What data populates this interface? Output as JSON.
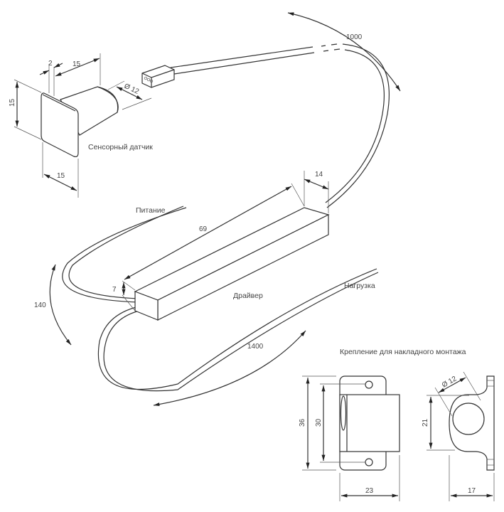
{
  "sensor": {
    "label": "Сенсорный датчик",
    "dim_thickness": "2",
    "dim_length": "15",
    "dim_height": "15",
    "dim_width": "15",
    "dim_diameter": "Ø 12"
  },
  "cable": {
    "dim_length": "1000"
  },
  "driver": {
    "label": "Драйвер",
    "dim_length": "69",
    "dim_width": "14",
    "dim_height": "7",
    "power_label": "Питание",
    "load_label": "Нагрузка",
    "dim_power_wire": "140",
    "dim_load_wire": "1400"
  },
  "mount": {
    "title": "Крепление для накладного монтажа",
    "dim_height": "36",
    "dim_hole_spacing": "30",
    "dim_width": "23",
    "dim_diameter": "Ø 12",
    "dim_ring_height": "21",
    "dim_depth": "17"
  }
}
